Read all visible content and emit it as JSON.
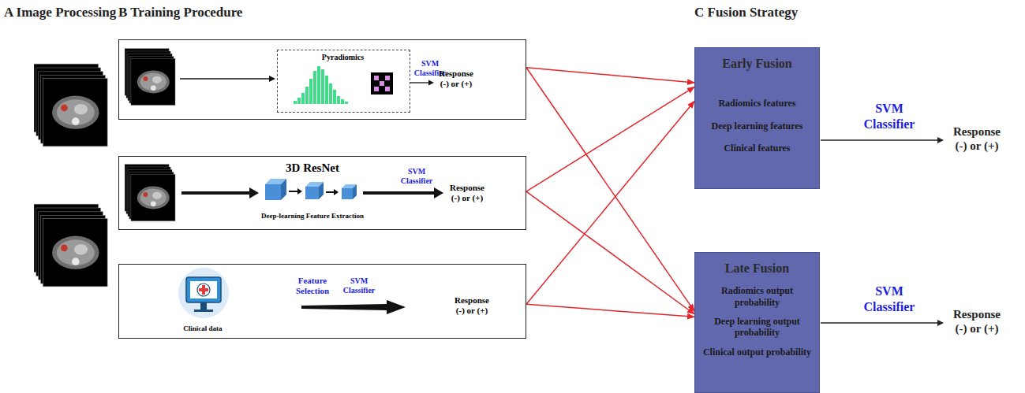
{
  "diagram": {
    "nodes": [
      {
        "text": [
          "SVM Classifier",
          "Response (-) or (+)"
        ]
      },
      {
        "text": [
          "Pyradiomics"
        ],
        "in": 0
      },
      {
        "text": [
          "3D ResNet",
          "Deep-learning Feature Extraction",
          "SVM Classifier",
          "Response (-) or (+)"
        ]
      },
      {
        "text": [
          "Clinical data",
          "Feature Selection",
          "SVM Classifier",
          "Response (-) or (+)"
        ]
      },
      {
        "text": [
          "Early Fusion",
          "Radiomics features",
          "Deep learning features",
          "Clinical features"
        ]
      },
      {
        "text": [
          "Late Fusion",
          "Radiomics output probability",
          "Deep learning output probability",
          "Clinical output probability"
        ]
      }
    ],
    "edges": [
      {
        "from": 0,
        "to": 4,
        "arrow": "to"
      },
      {
        "from": 0,
        "to": 5,
        "arrow": "to"
      },
      {
        "from": 2,
        "to": 4,
        "arrow": "to"
      },
      {
        "from": 2,
        "to": 5,
        "arrow": "to"
      },
      {
        "from": 3,
        "to": 4,
        "arrow": "to"
      },
      {
        "from": 3,
        "to": 5,
        "arrow": "to"
      }
    ],
    "labels": [
      "A Image Processing",
      "B Training Procedure",
      "C Fusion Strategy",
      "SVM Classifier",
      "Response (-) or (+)",
      "SVM Classifier",
      "Response (-) or (+)"
    ]
  }
}
